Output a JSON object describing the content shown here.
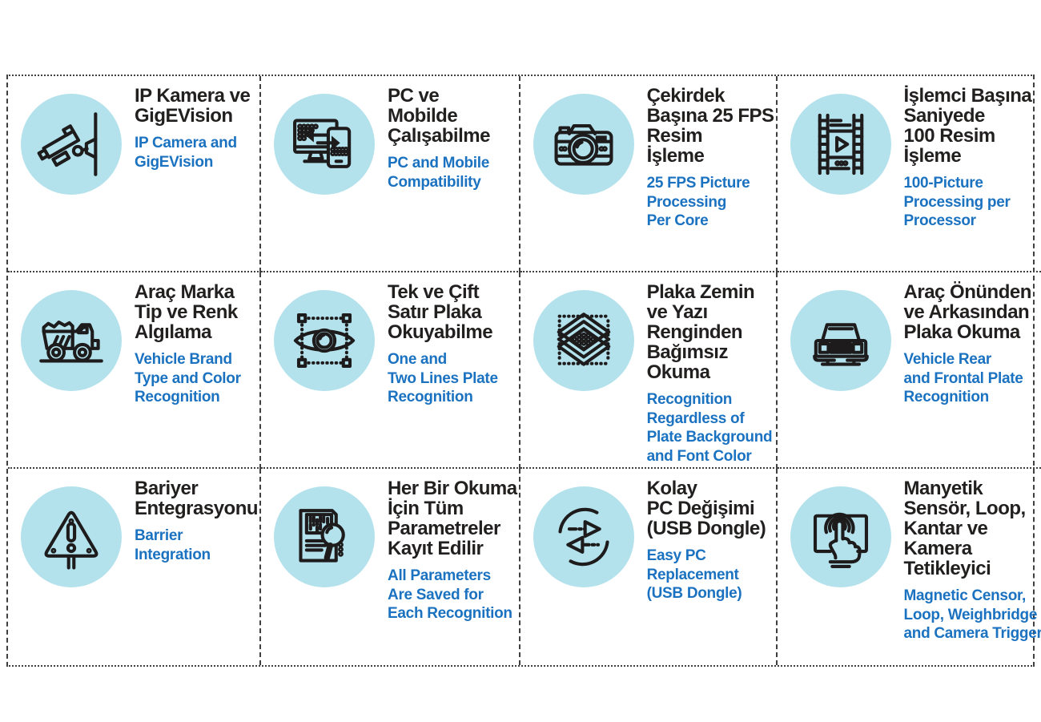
{
  "colors": {
    "page_bg": "#ffffff",
    "circle_bg": "#b4e2ec",
    "icon_stroke": "#1d1b1b",
    "title_color": "#221f1f",
    "subtitle_color": "#1b72c0",
    "border_color": "#3f3f3f"
  },
  "features": [
    {
      "icon": "cctv-camera-icon",
      "title": "IP Kamera ve\nGigEVision",
      "subtitle": "IP Camera and\nGigEVision"
    },
    {
      "icon": "pc-mobile-icon",
      "title": "PC ve\nMobilde\nÇalışabilme",
      "subtitle": "PC and Mobile\nCompatibility"
    },
    {
      "icon": "photo-camera-icon",
      "title": "Çekirdek\nBaşına 25 FPS\nResim\nİşleme",
      "subtitle": "25 FPS Picture\nProcessing\nPer Core"
    },
    {
      "icon": "film-strip-icon",
      "title": "İşlemci Başına\nSaniyede\n100 Resim\nİşleme",
      "subtitle": "100-Picture\nProcessing per\nProcessor"
    },
    {
      "icon": "dump-truck-icon",
      "title": "Araç Marka\nTip ve Renk\nAlgılama",
      "subtitle": "Vehicle Brand\nType and Color\nRecognition"
    },
    {
      "icon": "eye-scan-icon",
      "title": "Tek ve Çift\nSatır Plaka\nOkuyabilme",
      "subtitle": "One and\nTwo Lines Plate\nRecognition"
    },
    {
      "icon": "layers-diamond-icon",
      "title": "Plaka Zemin\nve Yazı\nRenginden\nBağımsız\nOkuma",
      "subtitle": "Recognition\nRegardless of\nPlate Background\nand Font Color"
    },
    {
      "icon": "car-front-icon",
      "title": "Araç Önünden\nve Arkasından\nPlaka Okuma",
      "subtitle": "Vehicle Rear\nand Frontal Plate\nRecognition"
    },
    {
      "icon": "warning-triangle-icon",
      "title": "Bariyer\nEntegrasyonu",
      "subtitle": "Barrier\nIntegration"
    },
    {
      "icon": "document-magnifier-icon",
      "title": "Her Bir Okuma\nİçin Tüm\nParametreler\nKayıt Edilir",
      "subtitle": "All Parameters\nAre Saved for\nEach Recognition"
    },
    {
      "icon": "swap-arrows-icon",
      "title": "Kolay\nPC Değişimi\n(USB Dongle)",
      "subtitle": "Easy PC\nReplacement\n(USB Dongle)"
    },
    {
      "icon": "touch-trigger-icon",
      "title": "Manyetik\nSensör, Loop,\nKantar ve\nKamera\nTetikleyici",
      "subtitle": "Magnetic Censor,\nLoop, Weighbridge\nand Camera Trigger"
    }
  ]
}
